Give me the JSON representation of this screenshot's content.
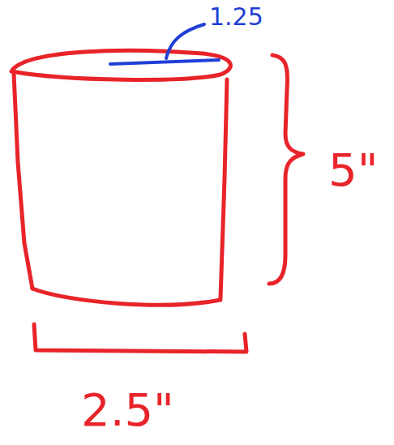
{
  "diagram": {
    "labels": [
      "1.25",
      "5\"",
      "2.5\""
    ]
  }
}
